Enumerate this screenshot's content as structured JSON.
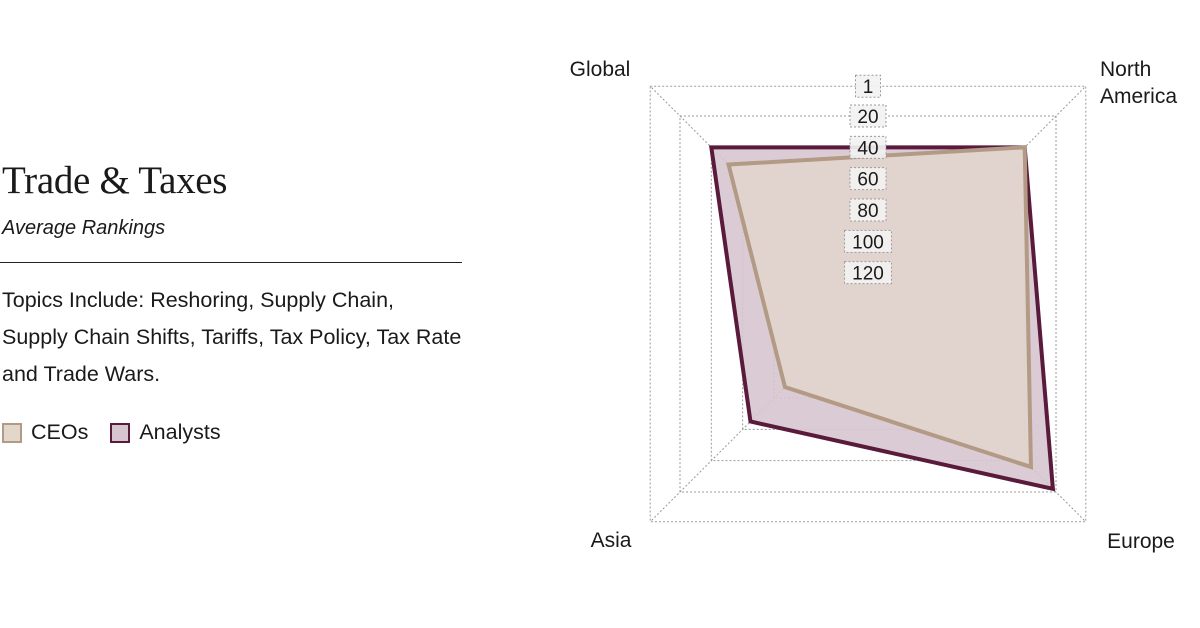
{
  "title": "Trade & Taxes",
  "subtitle": "Average Rankings",
  "topics": "Topics Include: Reshoring, Supply Chain, Supply Chain Shifts, Tariffs, Tax Policy, Tax Rate and Trade Wars.",
  "colors": {
    "ceos_stroke": "#b39a85",
    "ceos_fill": "#e3d7cc",
    "analysts_stroke": "#5a1a3c",
    "analysts_fill": "#d6c5cf",
    "grid": "#9a9a9a"
  },
  "legend": [
    {
      "label": "CEOs",
      "series": "CEOs"
    },
    {
      "label": "Analysts",
      "series": "Analysts"
    }
  ],
  "chart_data": {
    "type": "radar",
    "title": "Trade & Taxes",
    "subtitle": "Average Rankings",
    "axes": [
      "North America",
      "Europe",
      "Asia",
      "Global"
    ],
    "axis_labels": [
      {
        "axis": "Global",
        "lines": [
          "Global"
        ]
      },
      {
        "axis": "North America",
        "lines": [
          "North",
          "America"
        ]
      },
      {
        "axis": "Asia",
        "lines": [
          "Asia"
        ]
      },
      {
        "axis": "Europe",
        "lines": [
          "Europe"
        ]
      }
    ],
    "scale": {
      "best": 1,
      "worst": 140,
      "reversed": true
    },
    "ticks": [
      1,
      20,
      40,
      60,
      80,
      100,
      120
    ],
    "grid": true,
    "legend_position": "left",
    "series": [
      {
        "name": "Analysts",
        "values": {
          "North America": 40,
          "Europe": 22,
          "Asia": 65,
          "Global": 40
        }
      },
      {
        "name": "CEOs",
        "values": {
          "North America": 40,
          "Europe": 36,
          "Asia": 87,
          "Global": 51
        }
      }
    ]
  }
}
